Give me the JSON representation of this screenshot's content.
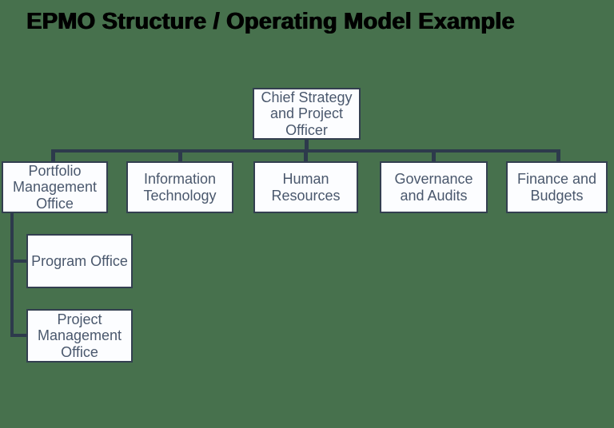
{
  "title": "EPMO Structure / Operating Model Example",
  "org_chart": {
    "root": {
      "label": "Chief Strategy and Project Officer"
    },
    "departments": [
      {
        "label": "Portfolio Management Office"
      },
      {
        "label": "Information Technology"
      },
      {
        "label": "Human Resources"
      },
      {
        "label": "Governance and Audits"
      },
      {
        "label": "Finance and Budgets"
      }
    ],
    "portfolio_children": [
      {
        "label": "Program Office"
      },
      {
        "label": "Project Management Office"
      }
    ]
  },
  "colors": {
    "background": "#47714D",
    "box_fill": "#FCFDFF",
    "box_border": "#333F50",
    "box_text": "#4A586D",
    "connector": "#2D3A4C",
    "title_text": "#000000"
  }
}
